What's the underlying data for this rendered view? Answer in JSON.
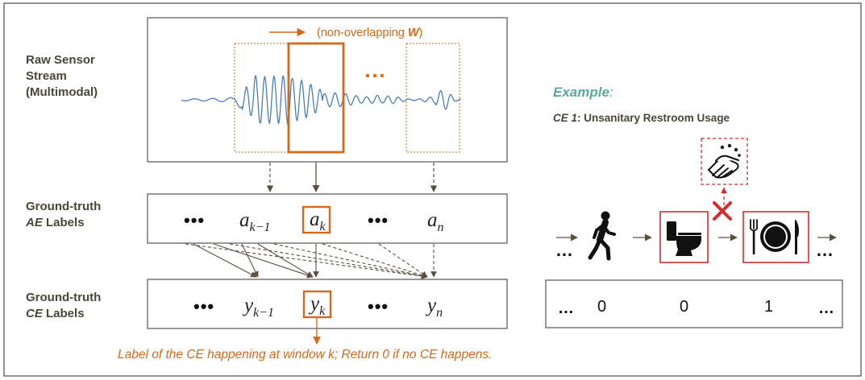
{
  "left": {
    "row_labels": {
      "raw": [
        "Raw Sensor",
        "Stream",
        "(Multimodal)"
      ],
      "ae": [
        "Ground-truth",
        "AE",
        "Labels"
      ],
      "ce": [
        "Ground-truth",
        "CE",
        "Labels"
      ]
    },
    "window_note": {
      "prefix": "(non-overlapping ",
      "symbol": "W",
      "suffix": ")"
    },
    "ellipsis": "…",
    "ae_row": {
      "dots": "•••",
      "prev": {
        "base": "a",
        "sub": "k−1"
      },
      "cur": {
        "base": "a",
        "sub": "k"
      },
      "mid_dots": "•••",
      "last": {
        "base": "a",
        "sub": "n"
      }
    },
    "ce_row": {
      "dots": "•••",
      "prev": {
        "base": "y",
        "sub": "k−1"
      },
      "cur": {
        "base": "y",
        "sub": "k"
      },
      "mid_dots": "•••",
      "last": {
        "base": "y",
        "sub": "n"
      }
    },
    "bottom_note": "Label of the CE happening at window k; Return 0 if no CE happens."
  },
  "example": {
    "title": "Example",
    "title_colon": ":",
    "ce_id": "CE 1",
    "ce_name": ": Unsanitary Restroom Usage",
    "seq_ellipsis": "…",
    "labels": [
      "…",
      "0",
      "0",
      "1",
      "…"
    ],
    "icons": [
      "walking-person",
      "toilet",
      "handwash",
      "plate-fork-knife"
    ]
  },
  "colors": {
    "orange": "#D2691E",
    "teal": "#5BA89A",
    "red": "#D32F2F",
    "wave": "#4A7FB5",
    "text_dark": "#4A4637",
    "arrow": "#5A5040",
    "box_border": "#555555"
  }
}
